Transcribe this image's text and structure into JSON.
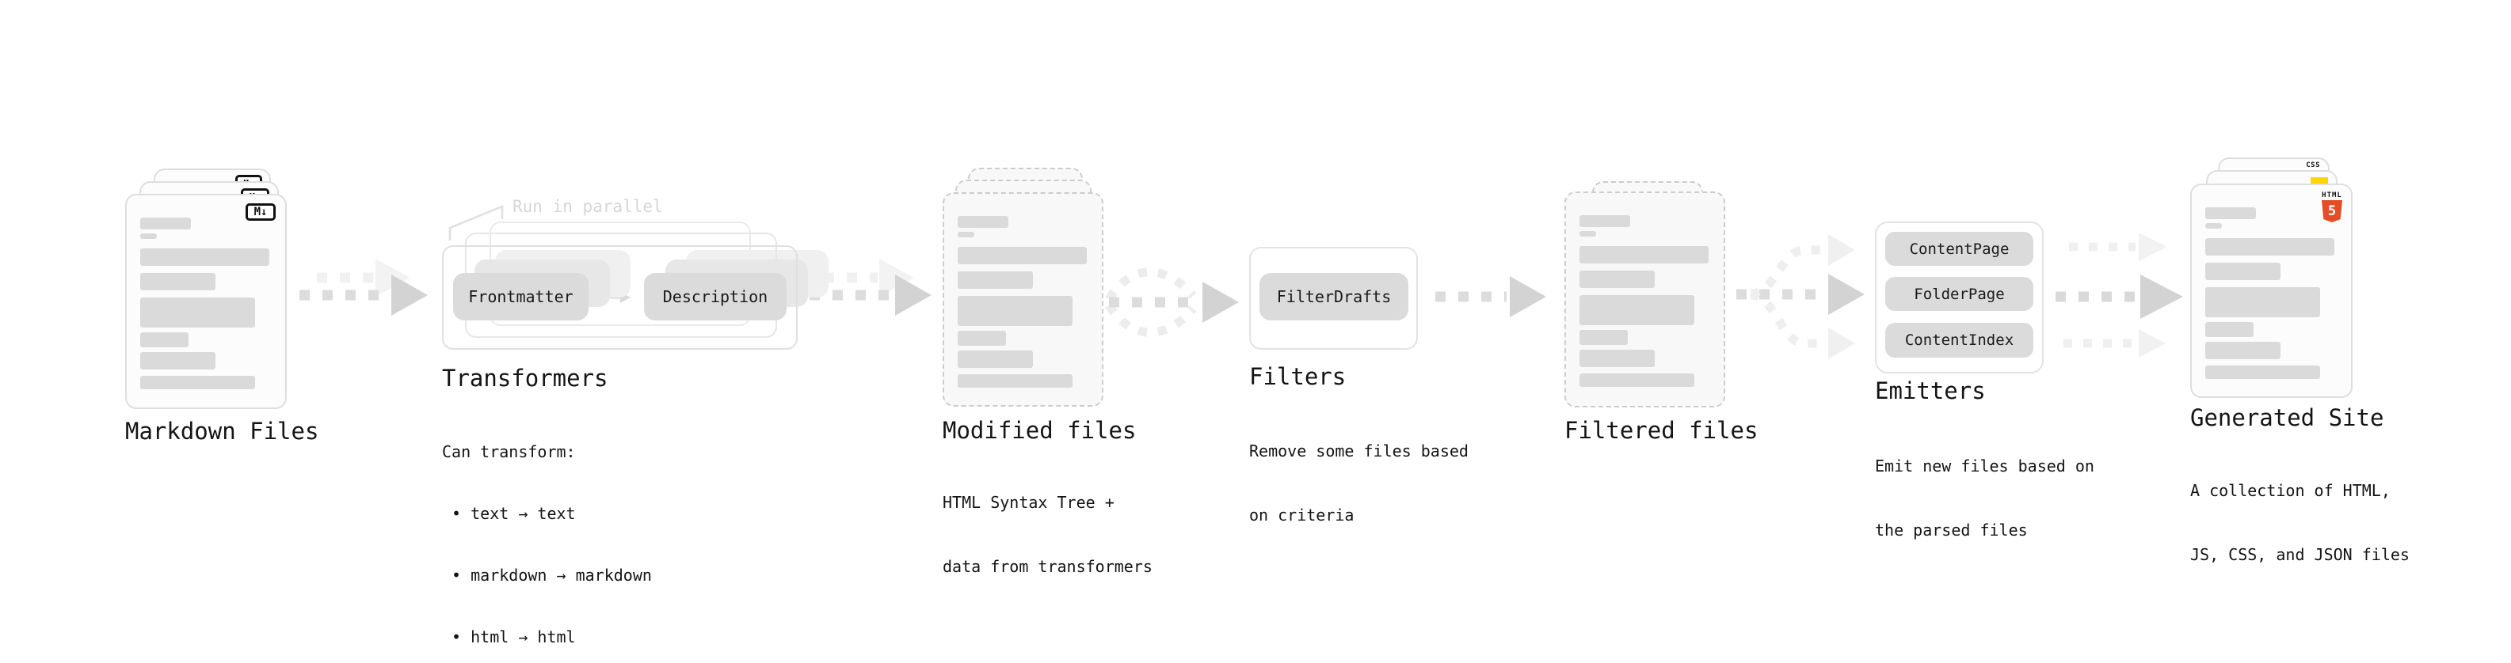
{
  "diagram": {
    "annotation_run_in_parallel": "Run in parallel",
    "stages": {
      "markdown": {
        "title": "Markdown Files",
        "badge": "M↓"
      },
      "transformers": {
        "title": "Transformers",
        "pill_left": "Frontmatter",
        "pill_right": "Description",
        "body_heading": "Can transform:",
        "bullets": [
          " • text → text",
          " • markdown → markdown",
          " • html → html"
        ]
      },
      "modified": {
        "title": "Modified files",
        "subtitle_line1": "HTML Syntax Tree +",
        "subtitle_line2": "data from transformers"
      },
      "filters": {
        "title": "Filters",
        "pill": "FilterDrafts",
        "subtitle_line1": "Remove some files based",
        "subtitle_line2": "on criteria"
      },
      "filtered": {
        "title": "Filtered files"
      },
      "emitters": {
        "title": "Emitters",
        "pills": [
          "ContentPage",
          "FolderPage",
          "ContentIndex"
        ],
        "subtitle_line1": "Emit new files based on",
        "subtitle_line2": "the parsed files"
      },
      "generated": {
        "title": "Generated Site",
        "subtitle_line1": "A collection of HTML,",
        "subtitle_line2": "JS, CSS, and JSON files",
        "css_badge": "CSS",
        "html_badge_label": "HTML",
        "html_badge_number": "5"
      }
    },
    "colors": {
      "background": "#ffffff",
      "ink": "#141414",
      "skeleton_bar": "#dadada",
      "pill_fill": "#dbdbdb",
      "card_border": "#dedede",
      "dashed_border": "#cccccc",
      "arrow_dash": "#dcdcdc",
      "arrow_head": "#d3d3d3",
      "arrow_ghost": "#f0f0f0",
      "annotation_gray": "#d6d6d6",
      "html5_orange": "#e44d26",
      "js_yellow": "#ffd600",
      "css_blue": "#2563eb"
    }
  }
}
